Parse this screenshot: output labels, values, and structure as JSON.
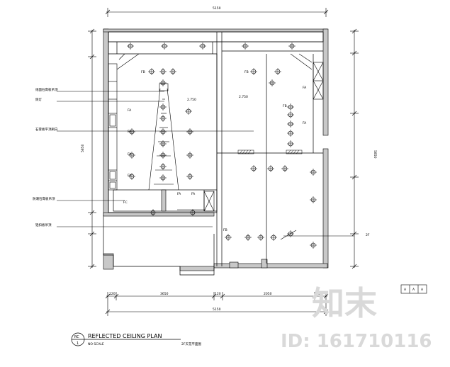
{
  "drawing": {
    "title_main": "REFLECTED CEILING PLAN",
    "title_sub": "2F天花平面图",
    "scale_text": "NO SCALE",
    "tag_line1": "RC",
    "tag_line2": "1",
    "title_block_cells": [
      "A",
      "A",
      "A"
    ]
  },
  "dimensions": {
    "top_total": "5150",
    "bottom_total": "5150",
    "bottom_segments": [
      "120",
      "3650",
      "120",
      "2050",
      "160"
    ],
    "left_total": "5850",
    "right_total": "5850",
    "elevation_right": "2F"
  },
  "callouts": [
    "纸面石膏板吊顶",
    "筒灯",
    "石膏板平顶刷白",
    "防潮石膏板吊顶",
    "铝扣板吊顶"
  ],
  "fixture_labels": {
    "fb": "FB",
    "fa": "FA",
    "fc": "FC",
    "ceiling_level": "2.750"
  },
  "watermark": {
    "brand": "知末",
    "id_text": "ID: 161710116"
  }
}
